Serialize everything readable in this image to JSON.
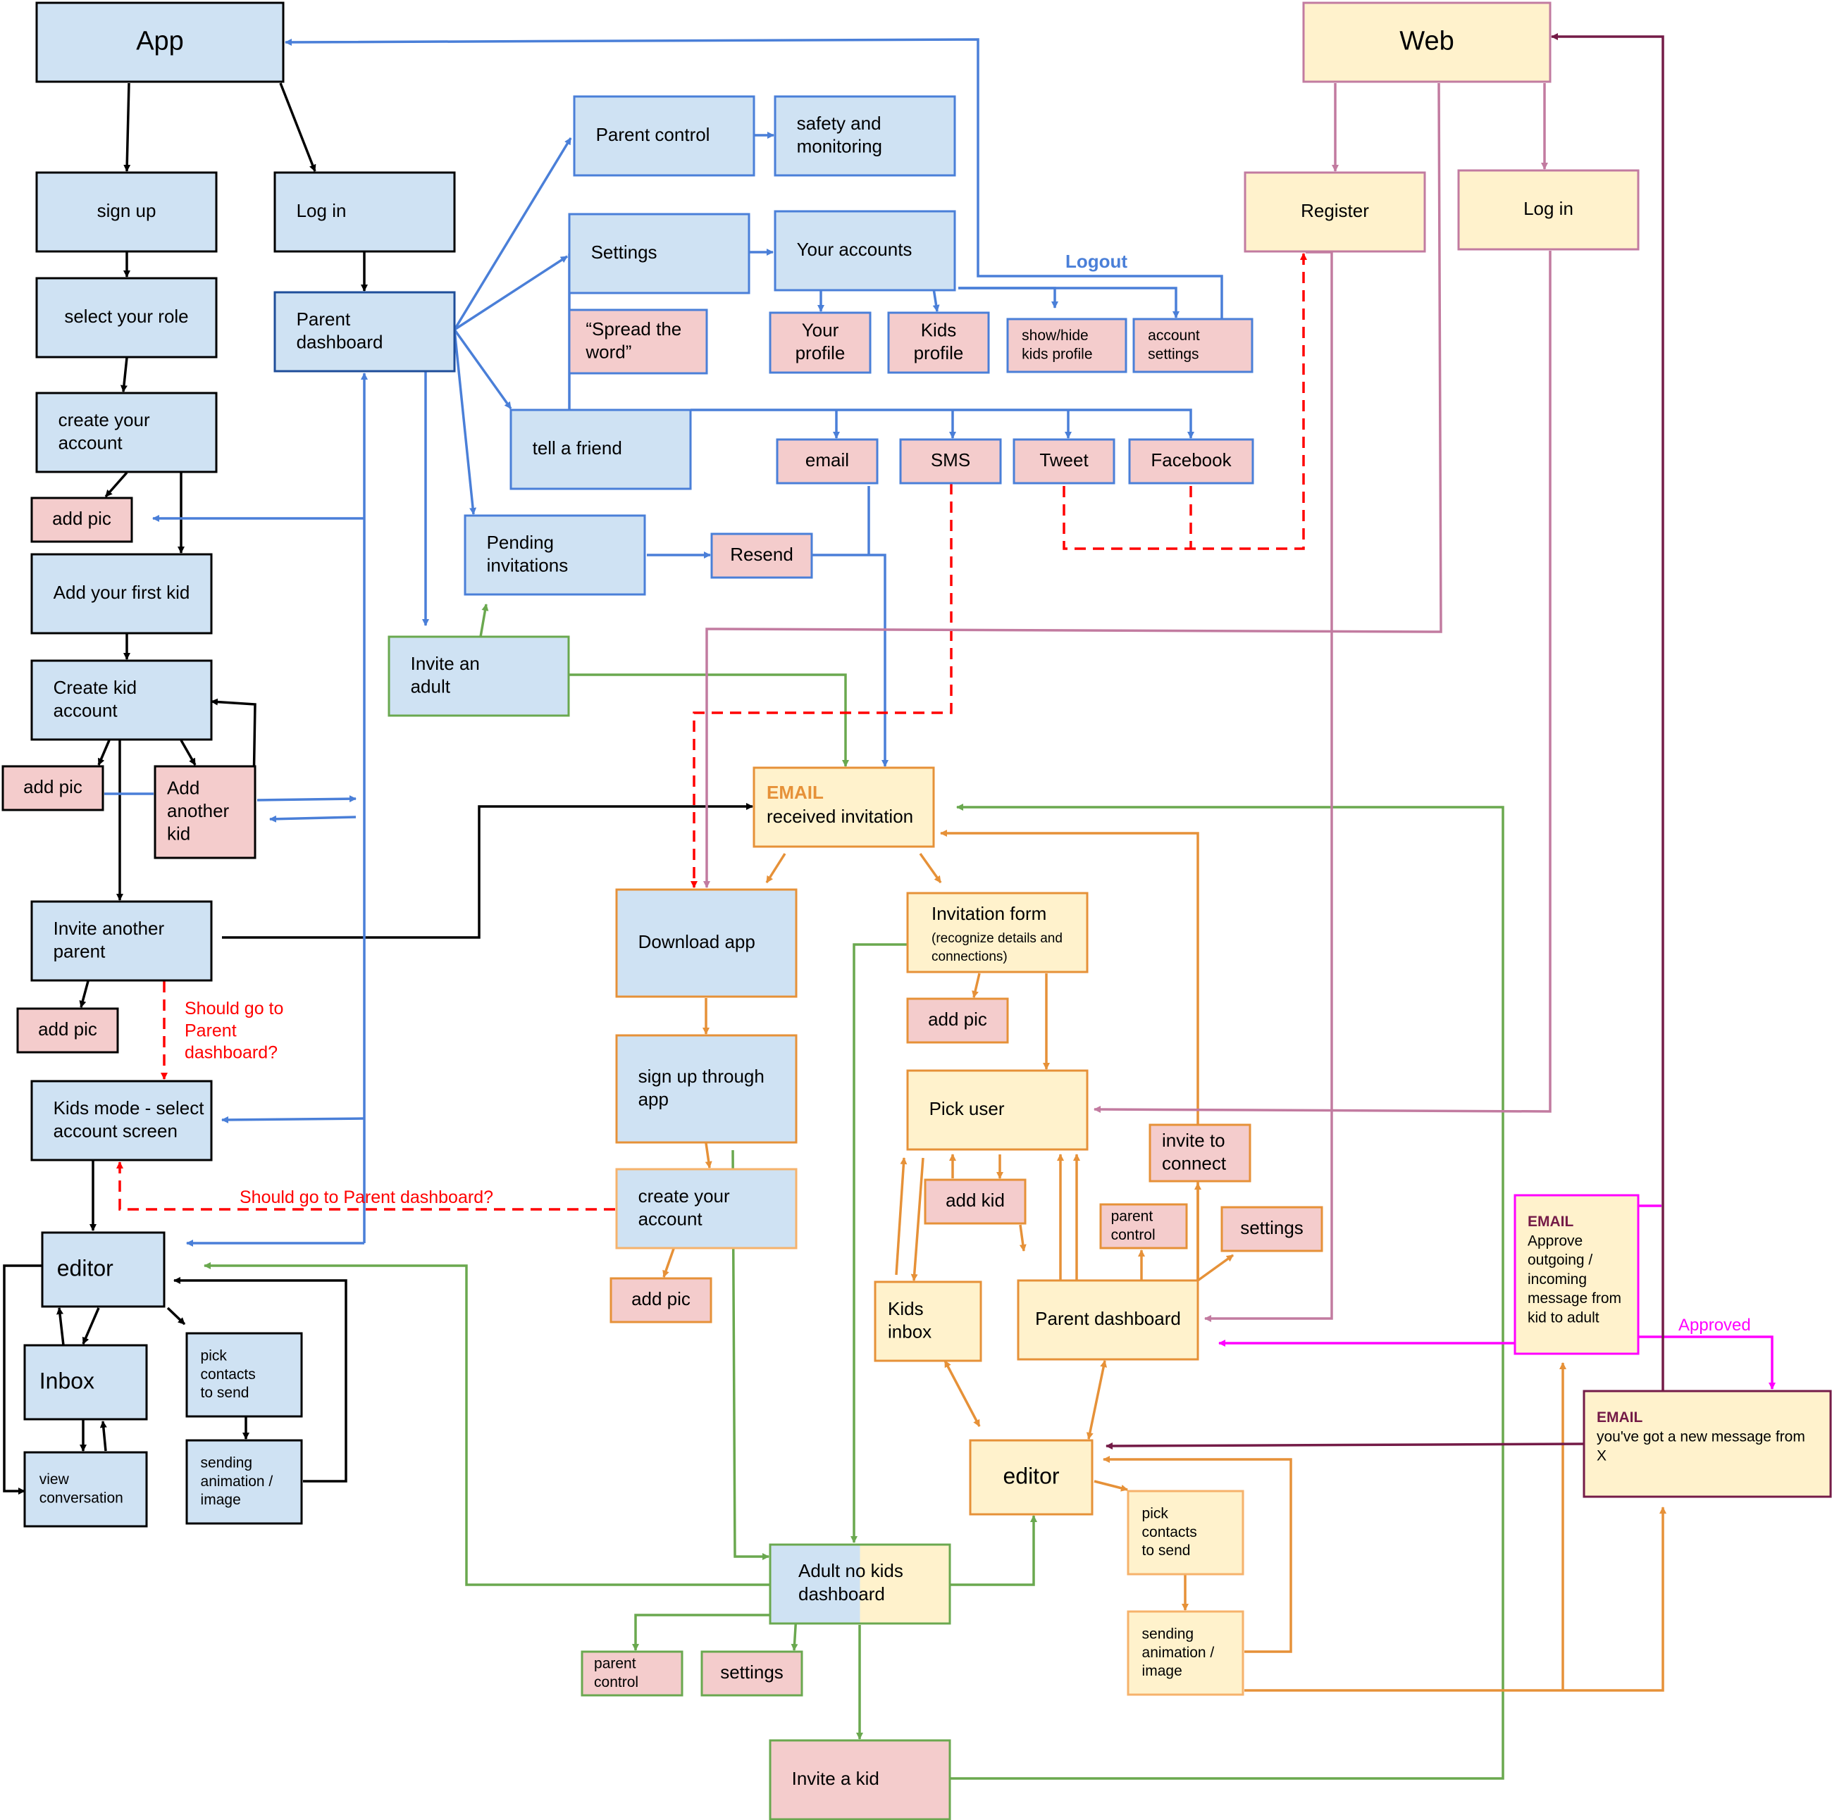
{
  "colors": {
    "black": "#000000",
    "blue": "#4a7fd8",
    "green": "#6aa84f",
    "orange": "#e69138",
    "red": "#ff0000",
    "pink": "#c27ba0",
    "magenta": "#ff00ff",
    "maroon": "#741b47",
    "fill_blue": "#cfe2f3",
    "fill_pink": "#f4cccc",
    "fill_yellow": "#fff2cc"
  },
  "nodes": {
    "app": "App",
    "web": "Web",
    "sign_up": "sign up",
    "log_in_app": "Log in",
    "select_role": "select your role",
    "create_account": "create your account",
    "add_pic_1": "add pic",
    "add_first_kid": "Add your first kid",
    "create_kid": "Create kid account",
    "add_pic_2": "add pic",
    "add_another_kid": "Add another kid",
    "invite_parent": "Invite another parent",
    "add_pic_3": "add pic",
    "kids_mode": "Kids mode - select account screen",
    "editor_left": "editor",
    "inbox": "Inbox",
    "view_conversation": "view conversation",
    "pick_contacts_left": "pick contacts to send",
    "sending_left": "sending animation / image",
    "parent_dashboard_left": "Parent dashboard",
    "parent_control": "Parent control",
    "safety": "safety and monitoring",
    "settings": "Settings",
    "your_accounts": "Your accounts",
    "spread_word": "“Spread the word”",
    "your_profile": "Your profile",
    "kids_profile": "Kids profile",
    "show_hide": "show/hide kids profile",
    "account_settings": "account settings",
    "tell_friend": "tell a friend",
    "email": "email",
    "sms": "SMS",
    "tweet": "Tweet",
    "facebook": "Facebook",
    "pending": "Pending invitations",
    "resend": "Resend",
    "invite_adult": "Invite an adult",
    "register": "Register",
    "log_in_web": "Log in",
    "email_invitation_tag": "EMAIL",
    "email_invitation": "received invitation",
    "download_app": "Download app",
    "sign_up_through": "sign up through app",
    "create_account_2": "create your account",
    "add_pic_4": "add pic",
    "invitation_form": "Invitation form",
    "invitation_form_sub": "(recognize details and connections)",
    "add_pic_5": "add pic",
    "pick_user": "Pick user",
    "invite_connect": "invite to connect",
    "add_kid": "add kid",
    "parent_control_2": "parent control",
    "settings_2": "settings",
    "kids_inbox": "Kids inbox",
    "parent_dashboard_right": "Parent dashboard",
    "editor_right": "editor",
    "pick_contacts_right": "pick contacts to send",
    "sending_right": "sending animation / image",
    "adult_no_kids": "Adult no kids dashboard",
    "parent_control_3": "parent control",
    "settings_3": "settings",
    "invite_kid": "Invite a kid",
    "email_approve_tag": "EMAIL",
    "email_approve": "Approve outgoing / incoming message from kid to adult",
    "email_new_tag": "EMAIL",
    "email_new": "you've got a new message from X"
  },
  "labels": {
    "logout": "Logout",
    "approved": "Approved",
    "should_parent": "Should go to Parent dashboard?",
    "should_parent_2": "Should go to Parent dashboard?"
  }
}
